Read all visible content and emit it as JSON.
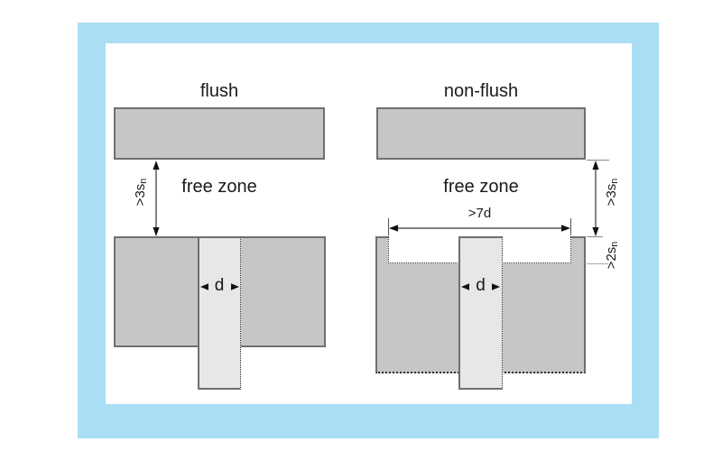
{
  "colors": {
    "frame_blue": "#aadef5",
    "block_gray": "#c6c6c6",
    "border_gray": "#6f6f6f",
    "sensor_gray": "#e7e7e7",
    "text_color": "#1a1a1a"
  },
  "left_diagram": {
    "title": "flush",
    "free_zone_label": "free zone",
    "clearance_label": {
      "base": ">3s",
      "sub": "n"
    },
    "diameter_label": "d"
  },
  "right_diagram": {
    "title": "non-flush",
    "free_zone_label": "free zone",
    "clearance_label": {
      "base": ">3s",
      "sub": "n"
    },
    "recess_width_label": ">7d",
    "recess_depth_label": {
      "base": ">2s",
      "sub": "n"
    },
    "diameter_label": "d"
  }
}
